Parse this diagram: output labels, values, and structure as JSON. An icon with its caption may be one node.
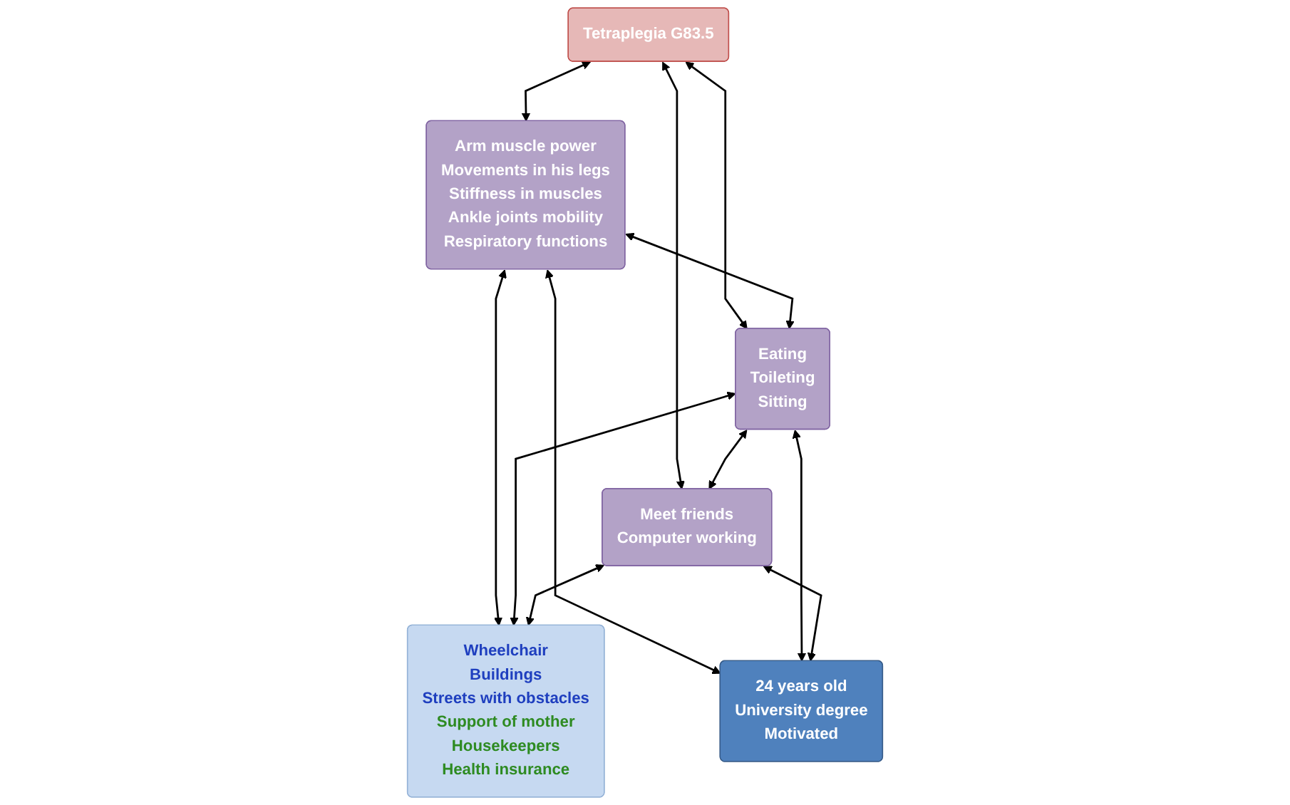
{
  "diagram": {
    "nodes": [
      {
        "text": [
          "Tetraplegia G83.5"
        ]
      },
      {
        "text": [
          "Arm muscle power",
          "Movements in his legs",
          "Stiffness in muscles",
          "Ankle joints mobility",
          "Respiratory functions"
        ]
      },
      {
        "text": [
          "Eating",
          "Toileting",
          "Sitting"
        ]
      },
      {
        "text": [
          "Meet friends",
          "Computer working"
        ]
      },
      {
        "text": [
          "Wheelchair",
          "Buildings",
          "Streets with obstacles",
          "Support of mother",
          "Housekeepers",
          "Health insurance"
        ]
      },
      {
        "text": [
          "24 years old",
          "University degree",
          "Motivated"
        ]
      }
    ],
    "edges": [
      {
        "from": 0,
        "to": 2,
        "arrow": "both"
      },
      {
        "from": 0,
        "to": 1,
        "arrow": "both"
      },
      {
        "from": 0,
        "to": 3,
        "arrow": "both"
      },
      {
        "from": 1,
        "to": 2,
        "arrow": "both"
      },
      {
        "from": 2,
        "to": 3,
        "arrow": "both"
      },
      {
        "from": 4,
        "to": 1,
        "arrow": "both"
      },
      {
        "from": 4,
        "to": 2,
        "arrow": "both"
      },
      {
        "from": 4,
        "to": 3,
        "arrow": "both"
      },
      {
        "from": 5,
        "to": 1,
        "arrow": "both"
      },
      {
        "from": 5,
        "to": 2,
        "arrow": "both"
      },
      {
        "from": 5,
        "to": 3,
        "arrow": "both"
      }
    ]
  }
}
